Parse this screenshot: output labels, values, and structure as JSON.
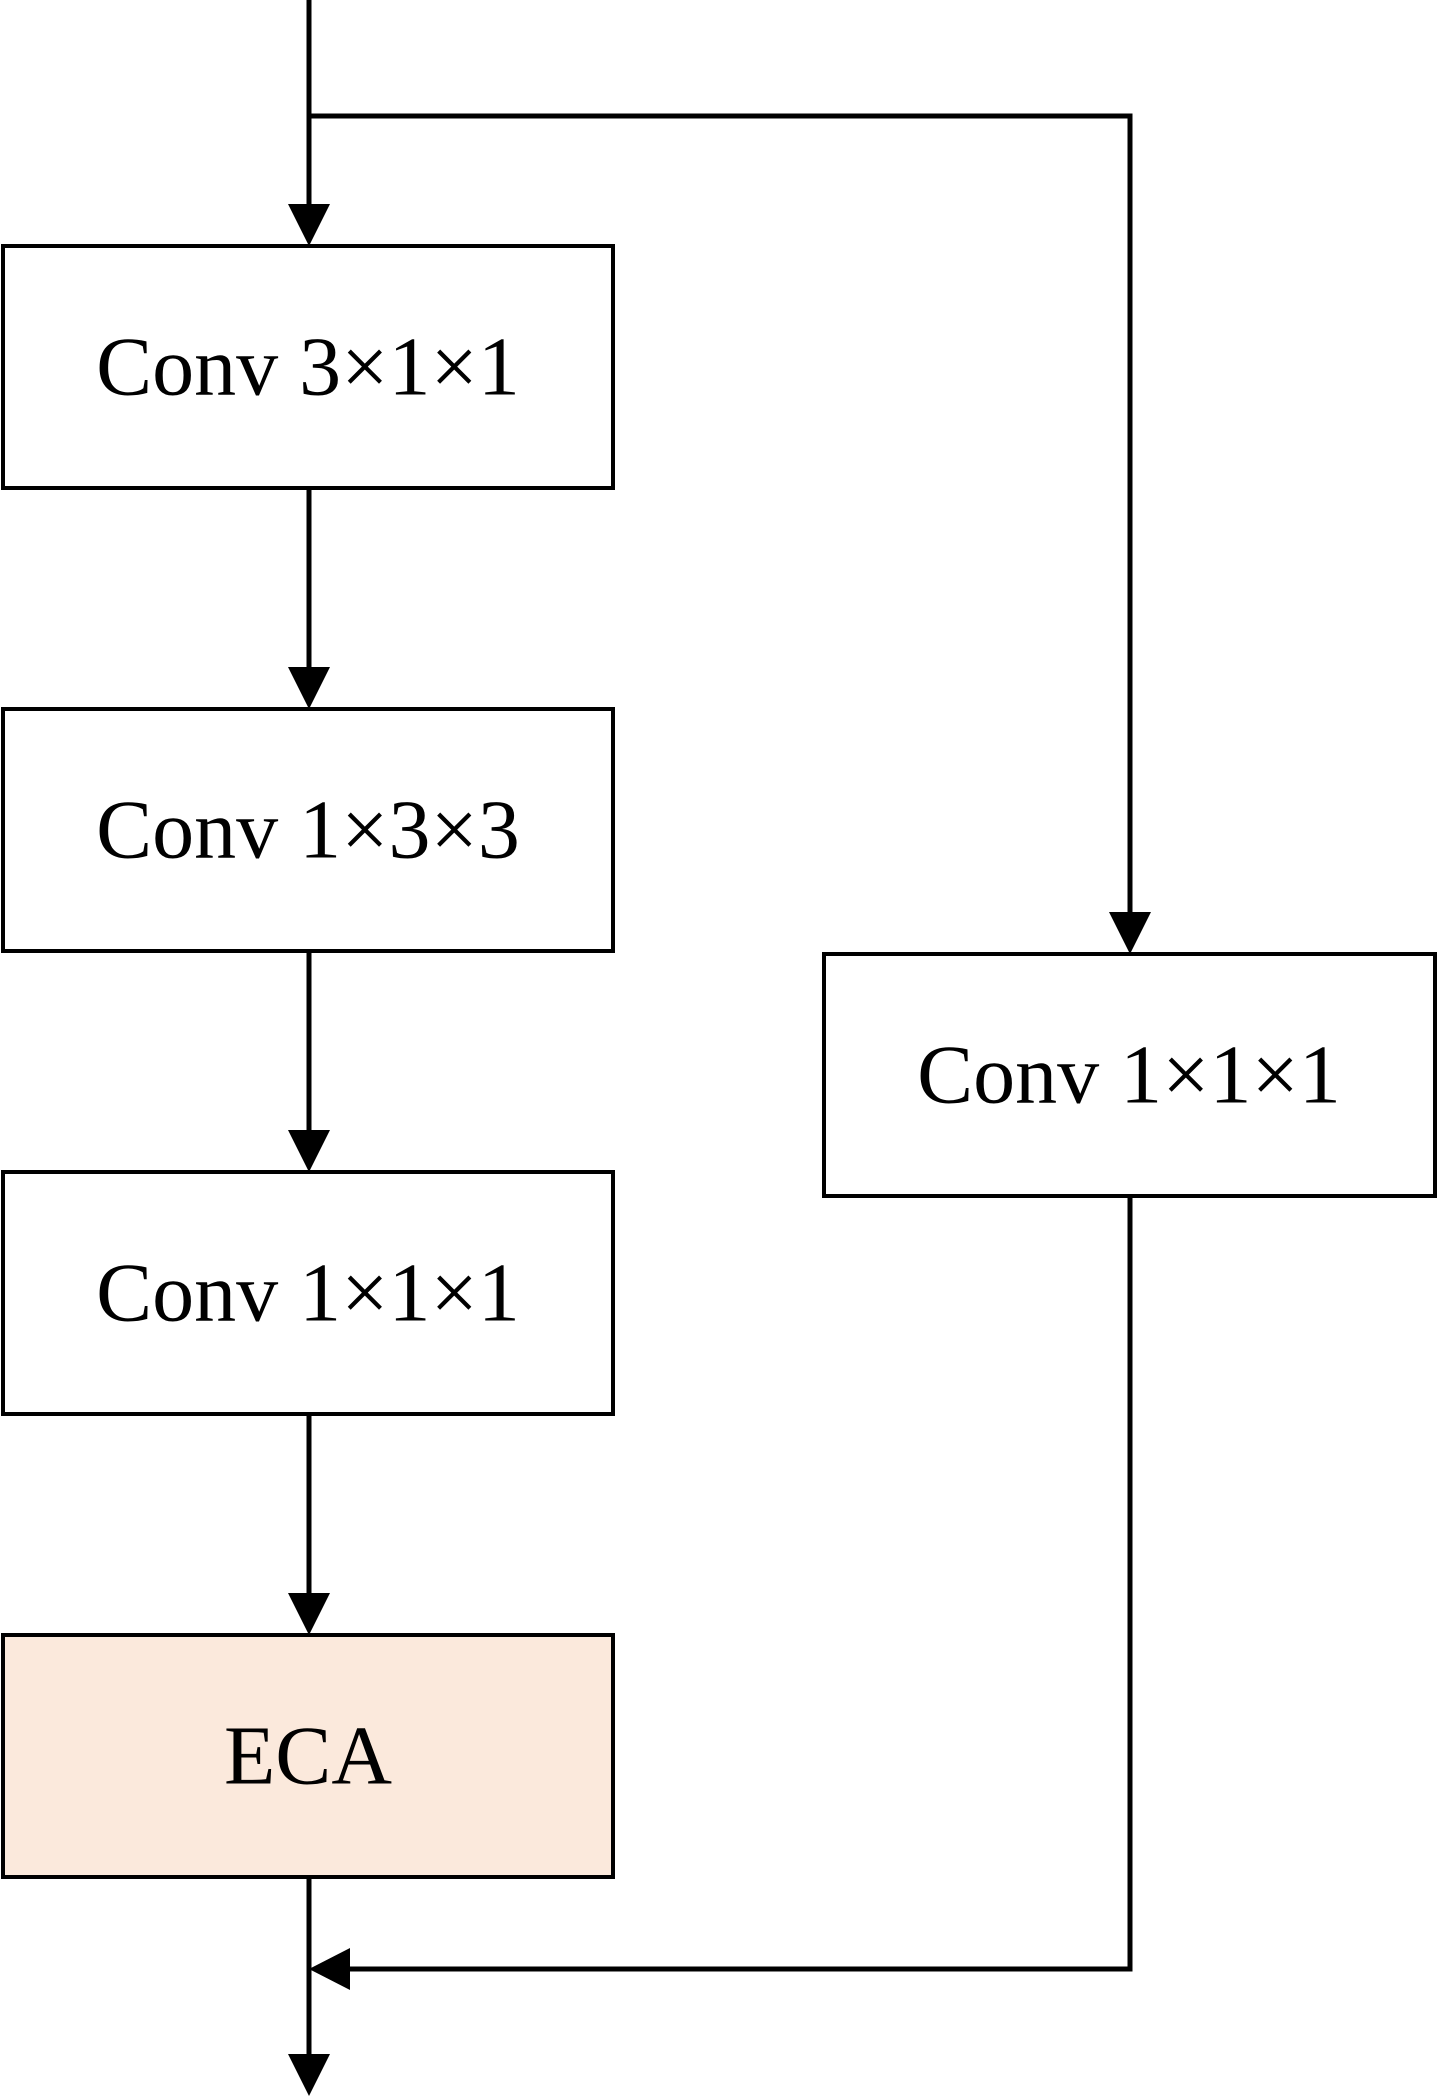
{
  "diagram": {
    "blocks": [
      {
        "id": "conv-3x1x1",
        "label": "Conv 3×1×1",
        "fill": "#ffffff"
      },
      {
        "id": "conv-1x3x3",
        "label": "Conv 1×3×3",
        "fill": "#ffffff"
      },
      {
        "id": "conv-1x1x1-main",
        "label": "Conv 1×1×1",
        "fill": "#ffffff"
      },
      {
        "id": "eca",
        "label": "ECA",
        "fill": "#fbe9dc"
      },
      {
        "id": "conv-1x1x1-shortcut",
        "label": "Conv 1×1×1",
        "fill": "#ffffff"
      }
    ],
    "edges": [
      {
        "from": "input",
        "to": "conv-3x1x1"
      },
      {
        "from": "conv-3x1x1",
        "to": "conv-1x3x3"
      },
      {
        "from": "conv-1x3x3",
        "to": "conv-1x1x1-main"
      },
      {
        "from": "conv-1x1x1-main",
        "to": "eca"
      },
      {
        "from": "input",
        "to": "conv-1x1x1-shortcut"
      },
      {
        "from": "conv-1x1x1-shortcut",
        "to": "merge"
      },
      {
        "from": "eca",
        "to": "merge"
      },
      {
        "from": "merge",
        "to": "output"
      }
    ],
    "colors": {
      "stroke": "#000000",
      "block_fill": "#ffffff",
      "eca_fill": "#fbe9dc"
    }
  }
}
